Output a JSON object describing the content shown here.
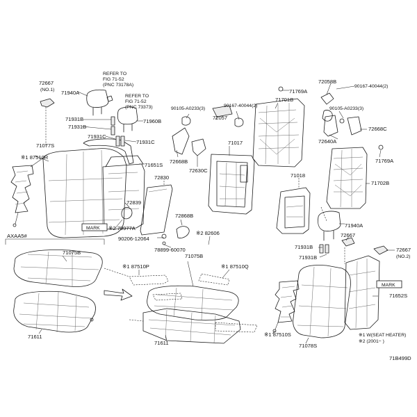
{
  "diagram_code": "71B499D",
  "variant_label": "AXAA5#",
  "notes": {
    "n1": "※1  W(SEAT HEATER)",
    "n2": "※2  (2001−  )"
  },
  "mark_labels": {
    "left": "MARK",
    "right": "MARK"
  },
  "refs": {
    "r1": {
      "line1": "REFER TO",
      "line2": "FIG 71-52",
      "line3": "(PNC 73178A)"
    },
    "r2": {
      "line1": "REFER TO",
      "line2": "FIG 71-52",
      "line3": "(PNC 73373)"
    }
  },
  "parts": {
    "p72667_1": "72667",
    "p72667_1_sub": "(NO.1)",
    "p71940A_top": "71940A",
    "p71931B_1a": "71931B",
    "p71931B_1b": "71931B",
    "p71960B": "71960B",
    "p71931C_a": "71931C",
    "p71931C_b": "71931C",
    "p71077S": "71077S",
    "p87510R": "※1 87510R",
    "p71651S": "71651S",
    "p72830": "72830",
    "p72839": "72839",
    "p79977A": "※2 79977A",
    "p90206": "90206-12064",
    "p78899": "78899-60070",
    "p72868B": "72868B",
    "p90105_a": "90105-A0233(3)",
    "p90167_a": "90167-40044(2)",
    "p72057": "72057",
    "p72668B": "72668B",
    "p72630C": "72630C",
    "p71017": "71017",
    "p71769A_top": "71769A",
    "p71701B": "71701B",
    "p72058B": "72058B",
    "p90167_b": "90167-40044(2)",
    "p90105_b": "90105-A0233(3)",
    "p72668C": "72668C",
    "p72640A": "72640A",
    "p71769A_right": "71769A",
    "p71702B": "71702B",
    "p71018": "71018",
    "p82606": "※2 82606",
    "p71940A_mid": "71940A",
    "p71931B_2a": "71931B",
    "p71931B_2b": "71931B",
    "p72667_2": "72667",
    "p72667_2b": "72667",
    "p72667_2_sub": "(NO.2)",
    "p71075B_left": "71075B",
    "p71611_left": "71611",
    "p71075B_mid": "71075B",
    "p87510P": "※1 87510P",
    "p87510Q": "※1 87510Q",
    "p71611_mid": "71611",
    "p71652S": "71652S",
    "p87510S": "※1 87510S",
    "p71078S": "71078S"
  }
}
